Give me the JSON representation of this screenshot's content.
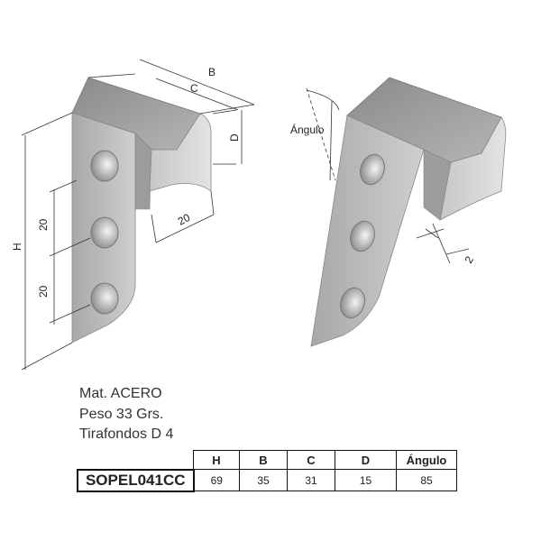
{
  "diagram": {
    "labels": {
      "B": "B",
      "C": "C",
      "D": "D",
      "H": "H",
      "pitch_top": "20",
      "pitch_bottom": "20",
      "width": "20",
      "angle": "Ángulo",
      "thickness": "2"
    }
  },
  "specs": {
    "material": "Mat. ACERO",
    "weight": "Peso 33 Grs.",
    "screws": "Tirafondos D 4"
  },
  "table": {
    "headers": [
      "H",
      "B",
      "C",
      "D",
      "Ángulo"
    ],
    "product_code": "SOPEL041CC",
    "values": [
      "69",
      "35",
      "31",
      "15",
      "85"
    ]
  }
}
